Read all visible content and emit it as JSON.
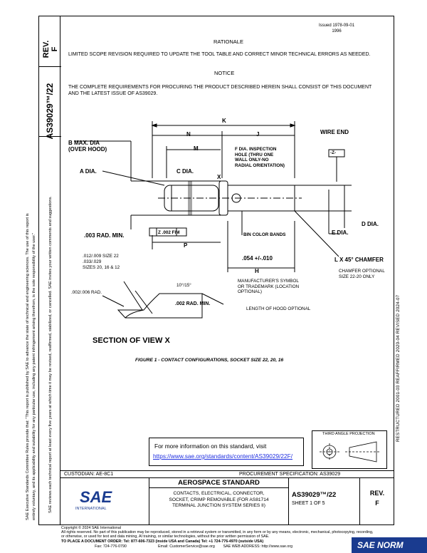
{
  "left_column": {
    "rev_text": "REV.\nF",
    "doc_number": "AS39029™/22",
    "side_notice_line1": "SAE Executive Standards Committee Rules provide that: \"This report is published by SAE to advance the state of technical and engineering sciences. The use of this report is",
    "side_notice_line2": "entirely voluntary, and its applicability and suitability for any particular use, including any patent infringement arising therefrom, is the sole responsibility of the user.\"",
    "side_notice_line3": "SAE reviews each technical report at least every five years at which time it may be revised, reaffirmed, stabilized, or cancelled. SAE invites your written comments and suggestions."
  },
  "stamp": {
    "line1": "Issued  1978-09-01",
    "line2": "1996"
  },
  "rationale": {
    "title": "RATIONALE",
    "text": "LIMITED SCOPE REVISION REQUIRED TO UPDATE THE TOOL TABLE AND CORRECT MINOR TECHNICAL ERRORS AS NEEDED."
  },
  "notice": {
    "title": "NOTICE",
    "text": "THE COMPLETE REQUIREMENTS FOR PROCURING THE PRODUCT DESCRIBED HEREIN SHALL CONSIST OF THIS DOCUMENT AND THE LATEST ISSUE OF AS39029."
  },
  "drawing_labels": {
    "k": "K",
    "n": "N",
    "j": "J",
    "m": "M",
    "b_max_dia": "B MAX. DIA\n(OVER HOOD)",
    "a_dia": "A DIA.",
    "c_dia": "C DIA.",
    "x": "X",
    "f_dia": "F DIA. INSPECTION\nHOLE (THRU ONE\nWALL ONLY-NO\nRADIAL ORIENTATION)",
    "wire_end": "WIRE END",
    "z_box": "-Z-",
    "d_dia": "D DIA.",
    "e_dia": "E DIA.",
    "rad_min": ".003 RAD. MIN.",
    "tolerance": "Z .002 FIM",
    "bin_bands": "BIN COLOR BANDS",
    "p": "P",
    "l_chamfer": "L X 45° CHAMFER",
    "size_22": ".012/.009 SIZE 22",
    "size_12": ".033/.029\nSIZES 20, 16 & 12",
    "dim_854": ".054 +/-.010",
    "h": "H",
    "chamfer_opt": "CHAMFER OPTIONAL\nSIZE 22-20 ONLY",
    "angle": "10°/15°",
    "rad_006": ".002/.006 RAD.",
    "rad_002": ".002 RAD. MIN.",
    "manufacturer": "MANUFACTURER'S SYMBOL\nOR TRADEMARK (LOCATION\nOPTIONAL)",
    "hood_length": "LENGTH OF HOOD OPTIONAL"
  },
  "section_title": "SECTION OF VIEW X",
  "figure_caption": "FIGURE 1 - CONTACT CONFIGURATIONS, SOCKET SIZE 22, 20, 16",
  "side_right_text": "RESTRUCTURED 2001-03    REAFFIRMED 2020-04    REVISED 2024-07",
  "info_box": {
    "line1": "For more information on this standard, visit",
    "link": "https://www.sae.org/standards/content/AS39029/22F/"
  },
  "third_angle": "THIRD ANGLE PROJECTION",
  "custodian": "CUSTODIAN: AE-8C1",
  "procurement": "PROCUREMENT SPECIFICATION: AS39029",
  "title_block": {
    "aerospace": "AEROSPACE STANDARD",
    "description": "CONTACTS, ELECTRICAL, CONNECTOR,\nSOCKET, CRIMP REMOVABLE (FOR AS81714\nTERMINAL JUNCTION SYSTEM SERIES II)",
    "doc_number": "AS39029™/22",
    "sheet": "SHEET 1 OF 5",
    "rev_label": "REV.",
    "rev_value": "F",
    "logo_text": "SAE",
    "logo_sub": "INTERNATIONAL"
  },
  "footer": {
    "line1": "Copyright © 2024 SAE International",
    "line2": "All rights reserved. No part of this publication may be reproduced, stored in a retrieval system or transmitted, in any form or by any means, electronic, mechanical, photocopying, recording,",
    "line3": "or otherwise, or used for text and data mining, AI training, or similar technologies, without the prior written permission of SAE.",
    "line4": "TO PLACE A DOCUMENT ORDER:      Tel: 877-606-7323 (inside USA and Canada)      Tel: +1 724-776-4970 (outside USA)",
    "line5": "                                Fax: 724-776-0790                              Email: CustomerService@sae.org        SAE WEB ADDRESS: http://www.sae.org",
    "brand": "SAE NORM"
  }
}
